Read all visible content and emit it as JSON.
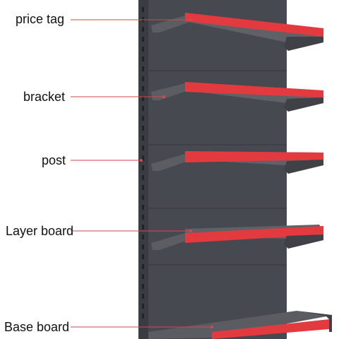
{
  "diagram": {
    "labels": [
      {
        "key": "price_tag",
        "text": "price tag"
      },
      {
        "key": "bracket",
        "text": "bracket"
      },
      {
        "key": "post",
        "text": "post"
      },
      {
        "key": "layer_board",
        "text": "Layer board"
      },
      {
        "key": "base_board",
        "text": "Base board"
      }
    ]
  },
  "colors": {
    "frame": "#4a4c52",
    "frame_dark": "#34363b",
    "shelf_top": "#5a5c62",
    "price_strip": "#e23a3f",
    "leader_line": "#d24a4a"
  }
}
